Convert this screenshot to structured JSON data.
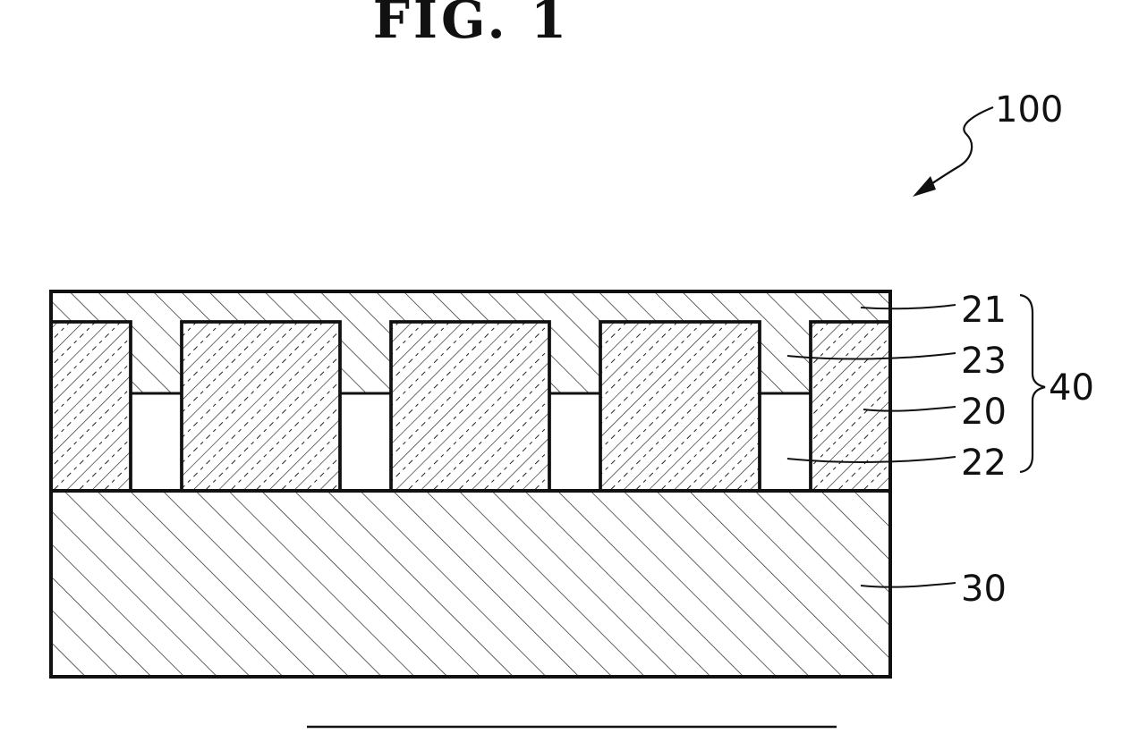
{
  "figure": {
    "title": "FIG. 1",
    "labels": {
      "device": "100",
      "cover_layer": "21",
      "filler": "23",
      "group": "40",
      "pillar": "20",
      "gap": "22",
      "substrate": "30"
    }
  },
  "colors": {
    "line": "#111111",
    "background": "#ffffff"
  }
}
